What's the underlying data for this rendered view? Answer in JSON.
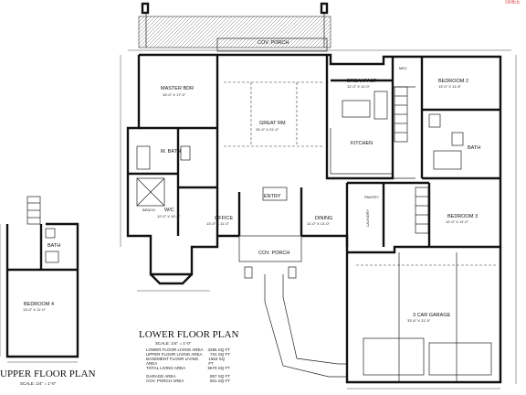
{
  "titles": {
    "lower": "LOWER FLOOR PLAN",
    "lower_scale": "SCALE: 1/4\" = 1'-0\"",
    "upper": "UPPER FLOOR PLAN",
    "upper_scale": "SCALE: 1/4\" = 1'-0\""
  },
  "areas": [
    {
      "label": "LOWER FLOOR LIVING AREA",
      "value": "3285 SQ FT"
    },
    {
      "label": "UPPER FLOOR LIVING AREA",
      "value": "731 SQ FT"
    },
    {
      "label": "BASEMENT FLOOR LIVING AREA",
      "value": "1563 SQ FT"
    },
    {
      "label": "TOTAL LIVING AREA",
      "value": "5579 SQ FT"
    }
  ],
  "areas2": [
    {
      "label": "GARAGE AREA",
      "value": "857 SQ FT"
    },
    {
      "label": "COV. PORCH AREA",
      "value": "501 SQ FT"
    }
  ],
  "rooms": {
    "cov_porch_top": "COV. PORCH",
    "master_bdr": "MASTER BDR",
    "master_dim": "15'-0\" X 17'-0\"",
    "great_rm": "GREAT RM",
    "great_dim": "24'-0\" X 21'-0\"",
    "breakfast": "BREAKFAST",
    "breakfast_dim": "12'-0\" X 11'-0\"",
    "kitchen": "KITCHEN",
    "mec": "MEC",
    "bedroom2": "BEDROOM 2",
    "bedroom2_dim": "13'-0\" X 11'-6\"",
    "bath_right": "BATH",
    "m_bath": "M. BATH",
    "wic": "W/C",
    "wic_dim": "12'-0\" X 10'-6\"",
    "office": "OFFICE",
    "office_dim": "13'-0\" X 11'-0\"",
    "entry": "ENTRY",
    "dining": "DINING",
    "dining_dim": "11'-0\" X 13'-0\"",
    "cov_porch_front": "COV. PORCH",
    "pantry": "PANTRY",
    "laundry": "LAUNDRY",
    "bedroom3": "BEDROOM 3",
    "bedroom3_dim": "12'-0\" X 11'-0\"",
    "garage": "3 CAR GARAGE",
    "garage_dim": "33'-6\" X 21'-0\"",
    "bedroom4": "BEDROOM 4",
    "bedroom4_dim": "13'-0\" X 11'-0\"",
    "bath_upper": "BATH",
    "bench": "BENCH"
  },
  "colors": {
    "line": "#111111",
    "watermark": "#e05050"
  },
  "watermark": "SMEE"
}
